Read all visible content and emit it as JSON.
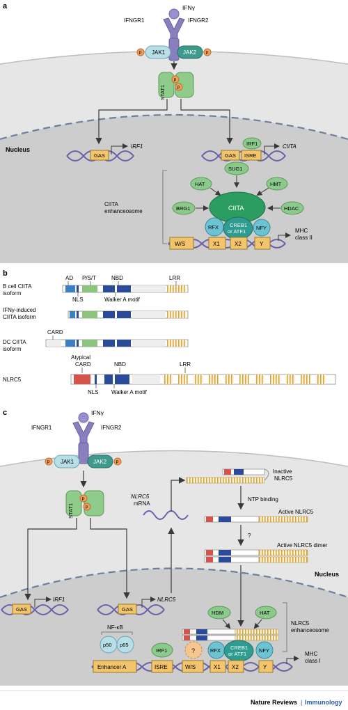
{
  "panels": {
    "a": {
      "label": "a",
      "ligand": "IFNγ",
      "receptor_left": "IFNGR1",
      "receptor_right": "IFNGR2",
      "jak1": "JAK1",
      "jak2": "JAK2",
      "phospho": "P",
      "stat1": "STAT1",
      "nucleus": "Nucleus",
      "gas_left": "GAS",
      "irf1_gene": "IRF1",
      "gas_right": "GAS",
      "irf1_protein": "IRF1",
      "isre": "ISRE",
      "ciita_gene": "CIITA",
      "sug1": "SUG1",
      "hat": "HAT",
      "hmt": "HMT",
      "brg1": "BRG1",
      "ciita": "CIITA",
      "hdac": "HDAC",
      "enhanceosome_line1": "CIITA",
      "enhanceosome_line2": "enhanceosome",
      "rfx": "RFX",
      "creb_line1": "CREB1",
      "creb_line2": "or ATF1",
      "nfy": "NFY",
      "mhc_line1": "MHC",
      "mhc_line2": "class II",
      "boxes": [
        "W/S",
        "X1",
        "X2",
        "Y"
      ]
    },
    "b": {
      "label": "b",
      "domains_top": [
        "AD",
        "P/S/T",
        "NBD",
        "LRR"
      ],
      "domains_bottom": [
        "NLS",
        "Walker A motif"
      ],
      "isoforms": [
        {
          "line1": "B cell CIITA",
          "line2": "isoform"
        },
        {
          "line1": "IFNγ-induced",
          "line2": "CIITA isoform"
        },
        {
          "line1": "DC CIITA",
          "line2": "isoform"
        }
      ],
      "card": "CARD",
      "nlrc5": "NLRC5",
      "atypical_line1": "Atypical",
      "atypical_line2": "CARD",
      "nlrc5_nbd": "NBD",
      "nlrc5_lrr": "LRR",
      "nlrc5_nls": "NLS",
      "nlrc5_walker": "Walker A motif"
    },
    "c": {
      "label": "c",
      "ligand": "IFNγ",
      "receptor_left": "IFNGR1",
      "receptor_right": "IFNGR2",
      "jak1": "JAK1",
      "jak2": "JAK2",
      "phospho": "P",
      "stat1": "STAT1",
      "mrna_line1": "NLRC5",
      "mrna_line2": "mRNA",
      "inactive_line1": "Inactive",
      "inactive_line2": "NLRC5",
      "ntp": "NTP binding",
      "active": "Active NLRC5",
      "question": "?",
      "active_dimer": "Active NLRC5 dimer",
      "nucleus": "Nucleus",
      "gas_left": "GAS",
      "irf1_gene": "IRF1",
      "gas_right": "GAS",
      "nlrc5_gene": "NLRC5",
      "hdm": "HDM",
      "hat": "HAT",
      "enh_line1": "NLRC5",
      "enh_line2": "enhanceosome",
      "nfkb": "NF-κB",
      "p50": "p50",
      "p65": "p65",
      "irf1_protein": "IRF1",
      "unknown": "?",
      "rfx": "RFX",
      "creb_line1": "CREB1",
      "creb_line2": "or ATF1",
      "nfy": "NFY",
      "mhc_line1": "MHC",
      "mhc_line2": "class I",
      "boxes": [
        "Enhancer A",
        "ISRE",
        "W/S",
        "X1",
        "X2",
        "Y"
      ]
    }
  },
  "footer": {
    "journal": "Nature Reviews",
    "separator": "|",
    "section": "Immunology"
  },
  "colors": {
    "cytoplasm": "#e6e6e6",
    "nucleus": "#c9c9c9",
    "receptor": "#8a7fbe",
    "jak1": "#b8dfe8",
    "jak2": "#3f9a8e",
    "stat1": "#8fcb8a",
    "phospho": "#f0a05a",
    "protein_green": "#8cc98c",
    "ciita": "#2c9d60",
    "rfx": "#6cc3d2",
    "creb": "#2e9c91",
    "dna_box": "#f2c46b",
    "dna_strand": "#6b5fa8",
    "domain_blue": "#3b7fc4",
    "domain_green": "#8bc47a",
    "domain_navy": "#2b4a9a",
    "domain_lrr": "#e0b24a",
    "card_red": "#d2544a",
    "accent_blue": "#2a5aa8"
  }
}
